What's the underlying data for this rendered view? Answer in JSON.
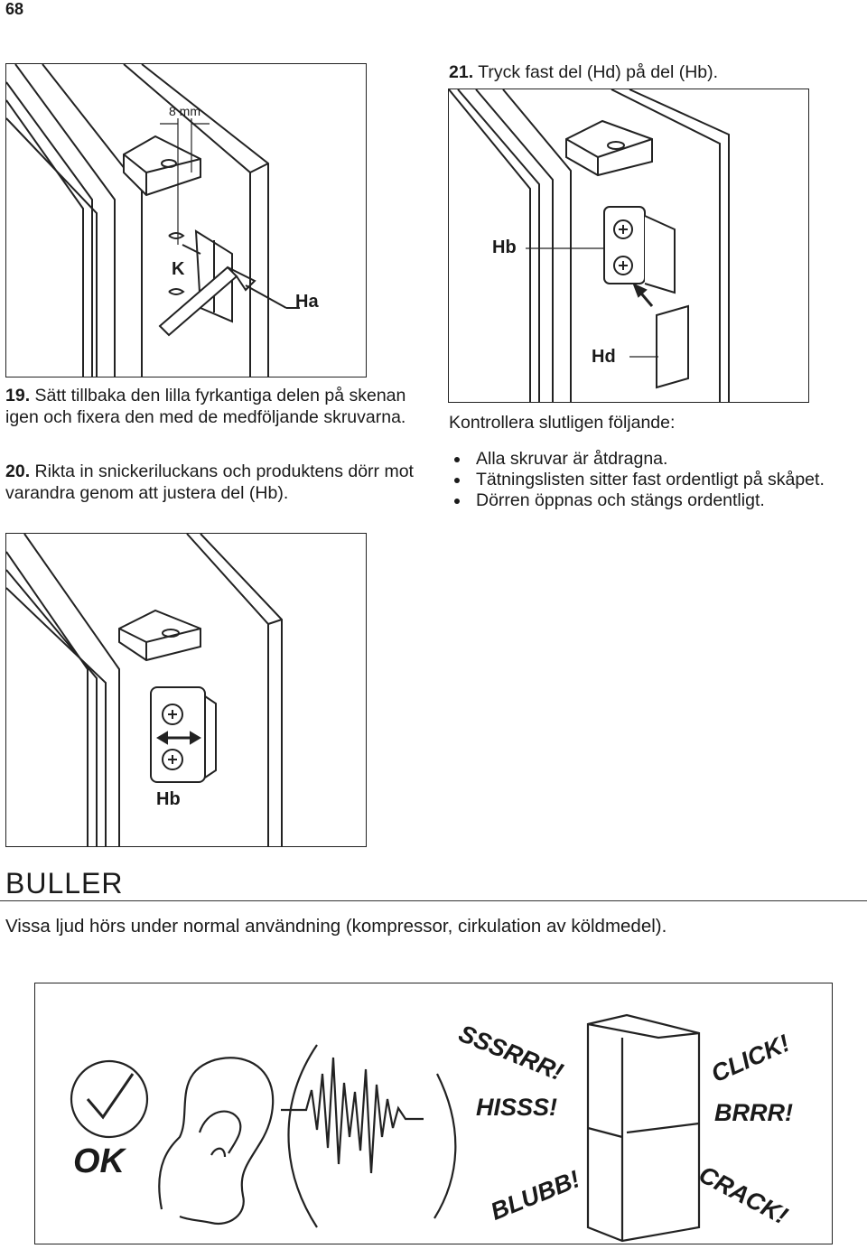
{
  "page_number": "68",
  "steps": {
    "step21": {
      "num": "21.",
      "text": "Tryck fast del (Hd) på del (Hb)."
    },
    "step19": {
      "num": "19.",
      "text": "Sätt tillbaka den lilla fyrkantiga delen på skenan igen och fixera den med de medföljande skruvarna."
    },
    "step20": {
      "num": "20.",
      "text": "Rikta in snickeriluckans och produktens dörr mot varandra genom att justera del (Hb)."
    }
  },
  "figure1": {
    "dimension": "8 mm",
    "label_k": "K",
    "label_ha": "Ha"
  },
  "figure2": {
    "label_hb": "Hb",
    "label_hd": "Hd"
  },
  "figure3": {
    "label_hb": "Hb"
  },
  "check": {
    "intro": "Kontrollera slutligen följande:",
    "items": [
      "Alla skruvar är åtdragna.",
      "Tätningslisten sitter fast ordentligt på skåpet.",
      "Dörren öppnas och stängs ordentligt."
    ]
  },
  "noise": {
    "title": "BULLER",
    "description": "Vissa ljud hörs under normal användning (kompressor, cirkulation av köldmedel).",
    "ok_label": "OK",
    "sounds": [
      "SSSRRR!",
      "HISSS!",
      "BLUBB!",
      "CLICK!",
      "BRRR!",
      "CRACK!"
    ],
    "icons": [
      "checkmark-icon",
      "ear-icon",
      "sound-wave-icon",
      "refrigerator-icon"
    ]
  }
}
